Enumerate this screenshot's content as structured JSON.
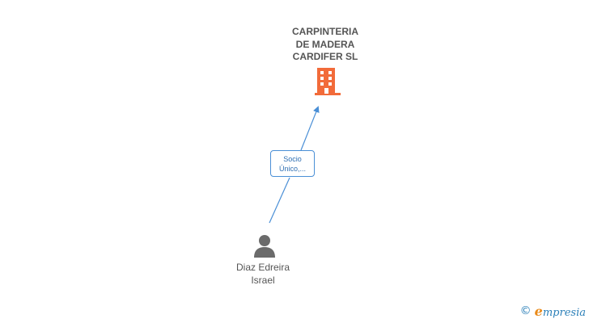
{
  "company": {
    "name_lines": [
      "CARPINTERIA",
      "DE MADERA",
      "CARDIFER SL"
    ],
    "icon": "building-icon",
    "color": "#f26b3a"
  },
  "relation": {
    "label_lines": [
      "Socio",
      "Único,..."
    ],
    "color": "#4a8fd6"
  },
  "person": {
    "name_lines": [
      "Diaz Edreira",
      "Israel"
    ],
    "icon": "person-icon",
    "color": "#6b6b6b"
  },
  "footer": {
    "copyright_symbol": "©",
    "brand_first_letter": "e",
    "brand_rest": "mpresia"
  }
}
